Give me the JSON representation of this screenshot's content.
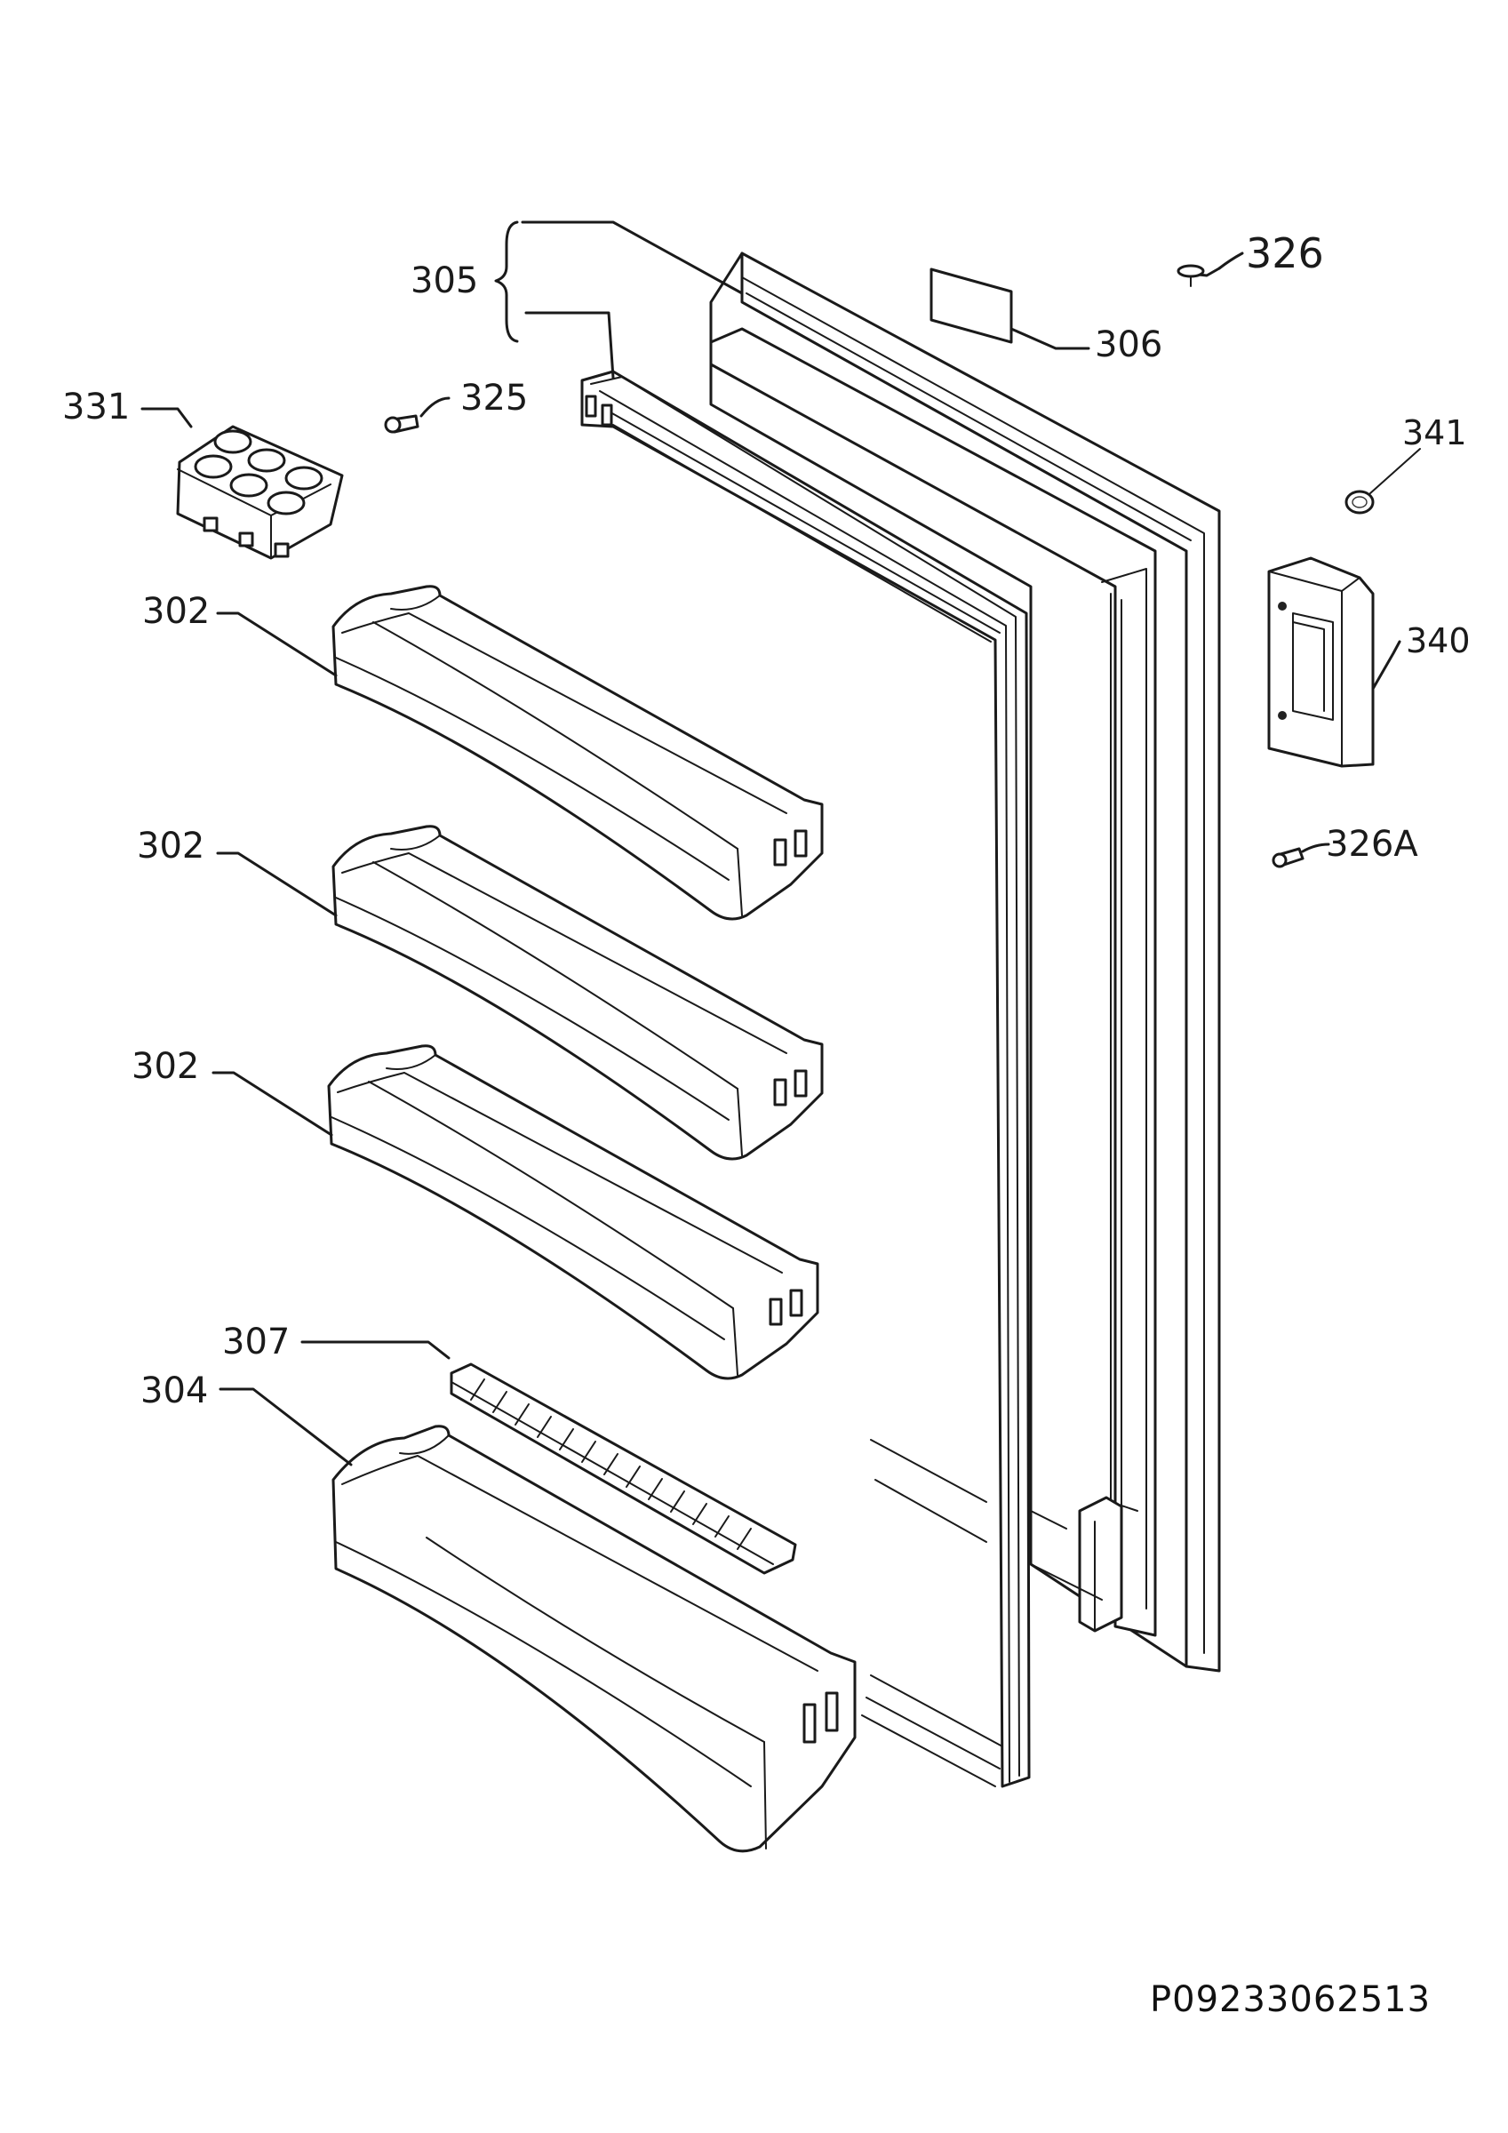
{
  "diagram": {
    "labels": {
      "p305": "305",
      "p326": "326",
      "p306": "306",
      "p331": "331",
      "p325": "325",
      "p341": "341",
      "p302a": "302",
      "p340": "340",
      "p302b": "302",
      "p326A": "326A",
      "p302c": "302",
      "p307": "307",
      "p304": "304"
    },
    "document_id": "P09233062513"
  }
}
